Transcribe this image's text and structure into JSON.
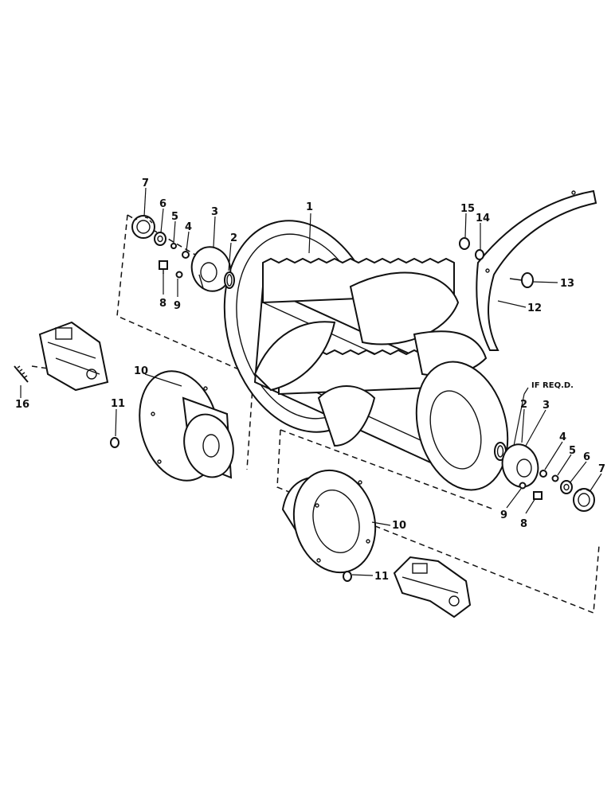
{
  "diagram": {
    "callouts": {
      "drum": "1",
      "o_ring_left": "2",
      "hub_left": "3",
      "washer4_left": "4",
      "washer5_left": "5",
      "bushing6_left": "6",
      "sprocket7_left": "7",
      "bolt8_left": "8",
      "washer9_left": "9",
      "housing10_left": "10",
      "nut11_left": "11",
      "strip12": "12",
      "bolt13": "13",
      "washer14": "14",
      "nut15": "15",
      "stud16": "16",
      "o_ring_right": "2",
      "hub_right": "3",
      "washer4_right": "4",
      "washer5_right": "5",
      "bushing6_right": "6",
      "sprocket7_right": "7",
      "bolt8_right": "8",
      "washer9_right": "9",
      "housing10_right": "10",
      "nut11_right": "11"
    },
    "note_if_required": "IF REQ.D."
  }
}
